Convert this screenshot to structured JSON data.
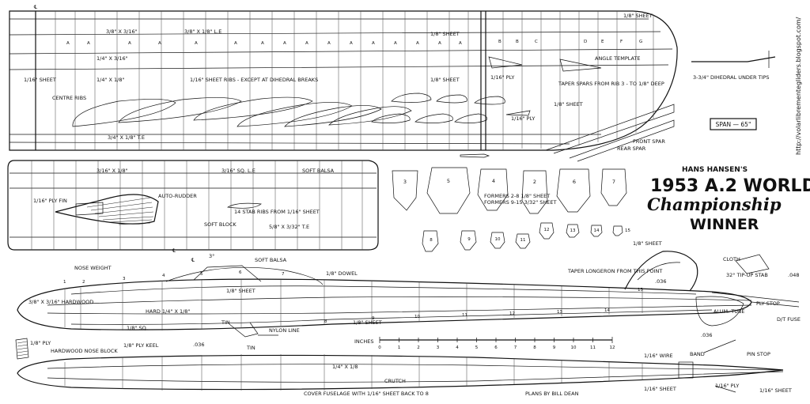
{
  "source_url": "http://volarlibrementegliders.blogspot.com/",
  "title_block": {
    "byline": "HANS HANSEN'S",
    "year_line": "1953 A.2 WORLD",
    "championship": "Championship",
    "winner": "WINNER"
  },
  "span_box": "SPAN — 65\"",
  "dihedral_note": "3-3/4\" DIHEDRAL UNDER TIPS",
  "plans_by": "PLANS BY BILL DEAN",
  "wing_labels": {
    "sheet_top_right": "1/8\" SHEET",
    "sheet_top_mid": "1/8\" SHEET",
    "le_strip": "3/8\" X 1/8\" L.E",
    "spar_316": "3/8\" X 3/16\"",
    "spar_14_316": "1/4\" X 3/16\"",
    "spar_14_18": "1/4\" X 1/8\"",
    "sheet_116_left": "1/16\" SHEET",
    "ribs_note": "1/16\" SHEET RIBS - EXCEPT AT DIHEDRAL BREAKS",
    "sheet_18_mid": "1/8\" SHEET",
    "centre_ribs": "CENTRE RIBS",
    "te": "3/4\" X 1/8\" T.E",
    "ply_116": "1/16\" PLY",
    "angle_template": "ANGLE TEMPLATE",
    "taper_spars": "TAPER SPARS FROM RIB 3 - TO 1/8\" DEEP",
    "sheet_18_right": "1/8\" SHEET",
    "ply_116_b": "1/16\" PLY",
    "front_spar": "FRONT SPAR",
    "rear_spar": "REAR SPAR",
    "rib_letters": [
      "A",
      "A",
      "A",
      "A",
      "A",
      "A",
      "A",
      "A",
      "A",
      "A",
      "A",
      "A",
      "A",
      "A",
      "A",
      "A",
      "B",
      "B",
      "C",
      "D",
      "E",
      "F",
      "G"
    ]
  },
  "stab_labels": {
    "le_316": "3/16\" X 1/8\"",
    "sq_le": "3/16\" SQ. L.E",
    "soft_balsa": "SOFT BALSA",
    "fin_ply": "1/16\" PLY FIN",
    "auto_rudder": "AUTO-RUDDER",
    "stab_ribs": "14 STAB RIBS FROM 1/16\" SHEET",
    "soft_block": "SOFT BLOCK",
    "te": "5/8\" X 3/32\" T.E"
  },
  "formers": {
    "note_a": "FORMERS 2-8 1/8\" SHEET",
    "note_b": "FORMERS 9-15 3/32\" SHEET",
    "row1": [
      "3",
      "5",
      "4",
      "2",
      "6",
      "7"
    ],
    "row2": [
      "8",
      "9",
      "10",
      "11",
      "12",
      "13",
      "14",
      "15"
    ]
  },
  "fuselage_side": {
    "nose_weight": "NOSE WEIGHT",
    "soft_balsa": "SOFT BALSA",
    "dowel": "1/8\" DOWEL",
    "taper_longeron": "TAPER LONGERON FROM THIS POINT",
    "hardwood": "3/8\" X 3/16\" HARDWOOD",
    "sheet_18": "1/8\" SHEET",
    "hard": "HARD 1/4\" X 1/8\"",
    "sq_18": "1/8\" SQ.",
    "ply_keel": "1/8\" PLY KEEL",
    "tin": "TIN",
    "tin2": "TIN",
    "nylon": "NYLON LINE",
    "sheet_18_b": "1/8\" SHEET",
    "n036": ".036",
    "three_deg": "3°",
    "fin_sheet": "1/8\" SHEET",
    "cloth": "CLOTH",
    "tip_stab": "32° TIP-UP STAB",
    "n048": ".048",
    "ply_stop": "PLY STOP",
    "alum_tube": "ALUM. TUBE",
    "dt_fuse": "D/T FUSE",
    "n036_b": ".036",
    "n036_c": ".036",
    "stations": [
      "1",
      "2",
      "3",
      "4",
      "5",
      "6",
      "7",
      "8",
      "9",
      "10",
      "11",
      "12",
      "13",
      "14",
      "15"
    ]
  },
  "scale": {
    "label": "INCHES",
    "ticks": [
      "0",
      "1",
      "2",
      "3",
      "4",
      "5",
      "6",
      "7",
      "8",
      "9",
      "10",
      "11",
      "12"
    ]
  },
  "fuselage_top": {
    "ply_18": "1/8\" PLY",
    "nose_block": "HARDWOOD NOSE BLOCK",
    "dim_14_18": "1/4\" X 1/8",
    "crutch": "CRUTCH",
    "cover": "COVER FUSELAGE WITH 1/16\" SHEET BACK TO 8",
    "wire": "1/16\" WIRE",
    "band": "BAND",
    "pin_stop": "PIN STOP",
    "sheet_116_a": "1/16\" SHEET",
    "ply_116": "1/16\" PLY",
    "sheet_116_b": "1/16\" SHEET"
  }
}
